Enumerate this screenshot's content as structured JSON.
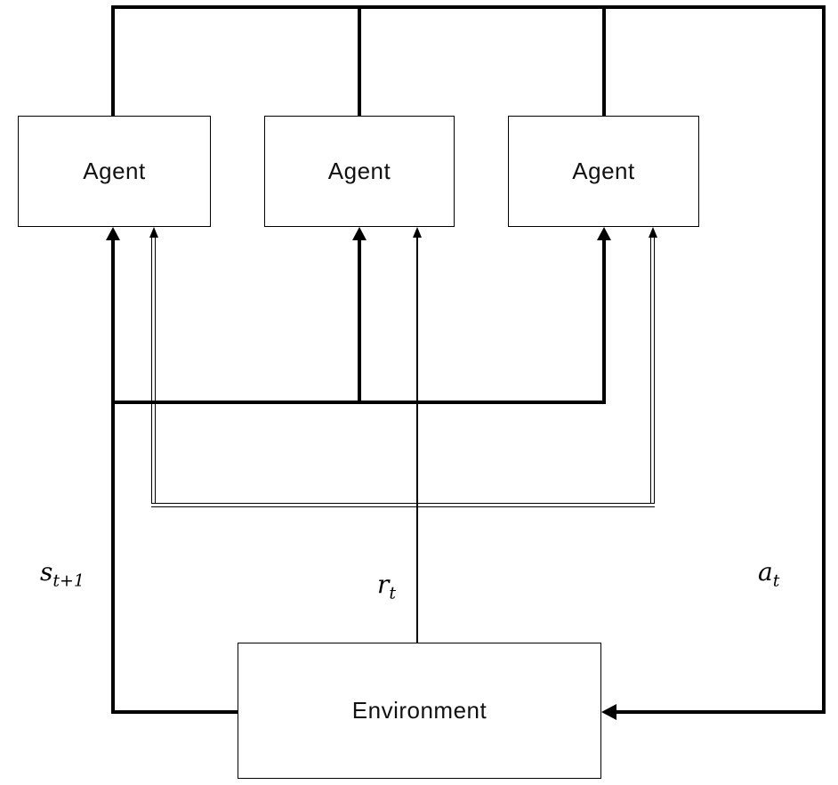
{
  "nodes": {
    "agent1": {
      "label": "Agent"
    },
    "agent2": {
      "label": "Agent"
    },
    "agent3": {
      "label": "Agent"
    },
    "environment": {
      "label": "Environment"
    }
  },
  "edge_labels": {
    "state": {
      "base": "s",
      "sub": "t+1"
    },
    "reward": {
      "base": "r",
      "sub": "t"
    },
    "action": {
      "base": "a",
      "sub": "t"
    }
  },
  "colors": {
    "line": "#000000",
    "background": "#ffffff"
  }
}
